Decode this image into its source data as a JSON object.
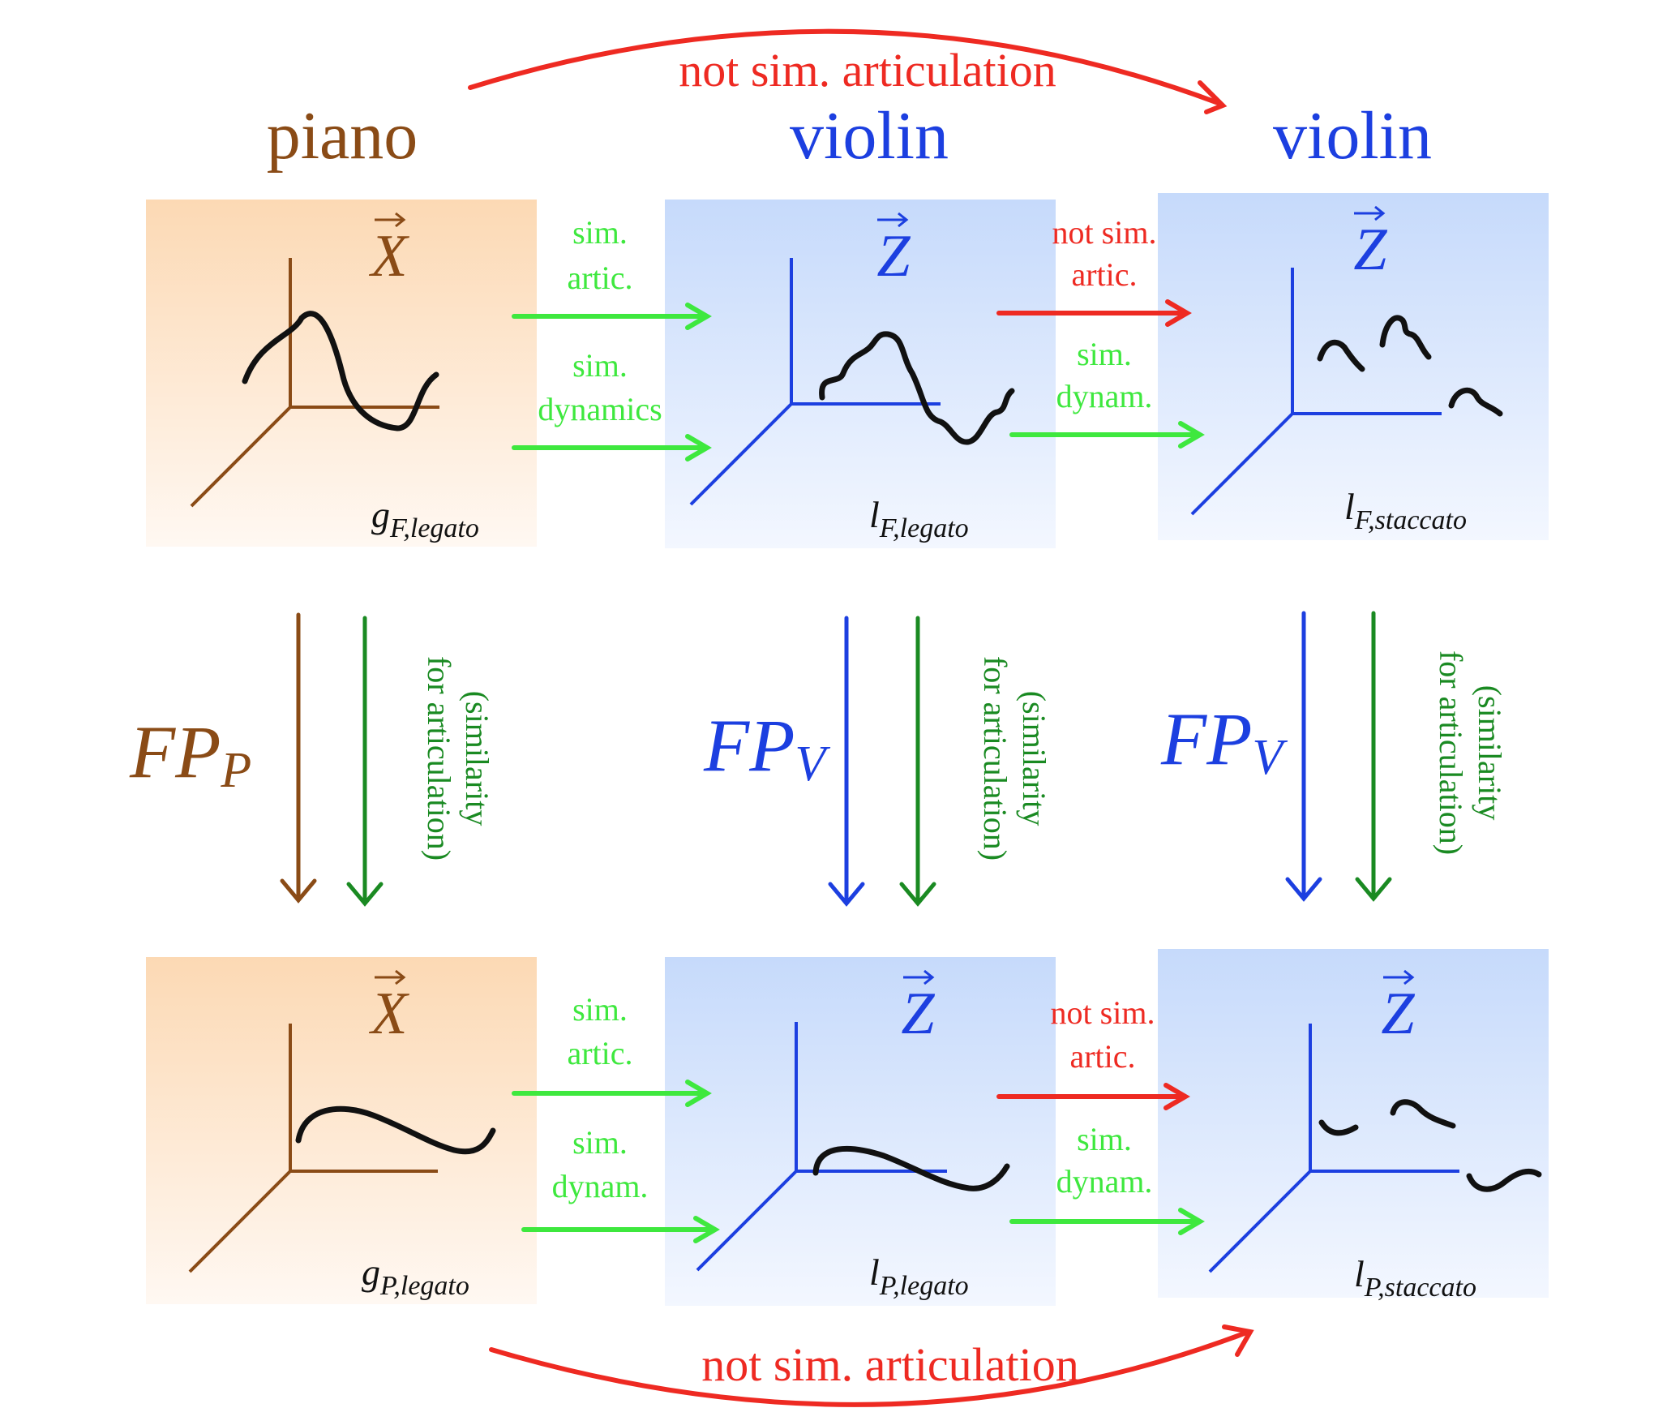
{
  "colors": {
    "piano": "#8a4b16",
    "violin": "#1c3fe0",
    "similar": "#3ee83e",
    "not_similar": "#ee2a22",
    "dark_green": "#1a8a22",
    "curve": "#111111"
  },
  "headers": {
    "piano": "piano",
    "violin_1": "violin",
    "violin_2": "violin"
  },
  "top_arc_label": "not sim. articulation",
  "bottom_arc_label": "not sim. articulation",
  "panels": {
    "r1c1": {
      "vector": "X",
      "fn": "g",
      "sub": "F,legato"
    },
    "r1c2": {
      "vector": "Z",
      "fn": "l",
      "sub": "F,legato"
    },
    "r1c3": {
      "vector": "Z",
      "fn": "l",
      "sub": "F,staccato"
    },
    "r2c1": {
      "vector": "X",
      "fn": "g",
      "sub": "P,legato"
    },
    "r2c2": {
      "vector": "Z",
      "fn": "l",
      "sub": "P,legato"
    },
    "r2c3": {
      "vector": "Z",
      "fn": "l",
      "sub": "P,staccato"
    }
  },
  "arrow_labels": {
    "r1_a_line1": "sim.",
    "r1_a_line2": "artic.",
    "r1_b_line1": "sim.",
    "r1_b_line2": "dynamics",
    "r1_c_line1": "not sim.",
    "r1_c_line2": "artic.",
    "r1_d_line1": "sim.",
    "r1_d_line2": "dynam.",
    "r2_a_line1": "sim.",
    "r2_a_line2": "artic.",
    "r2_b_line1": "sim.",
    "r2_b_line2": "dynam.",
    "r2_c_line1": "not sim.",
    "r2_c_line2": "artic.",
    "r2_d_line1": "sim.",
    "r2_d_line2": "dynam."
  },
  "fingerprints": {
    "col1": {
      "base": "FP",
      "sub": "P"
    },
    "col2": {
      "base": "FP",
      "sub": "V"
    },
    "col3": {
      "base": "FP",
      "sub": "V"
    }
  },
  "similarity_note": {
    "line1": "(similarity",
    "line2": "for articulation)"
  }
}
